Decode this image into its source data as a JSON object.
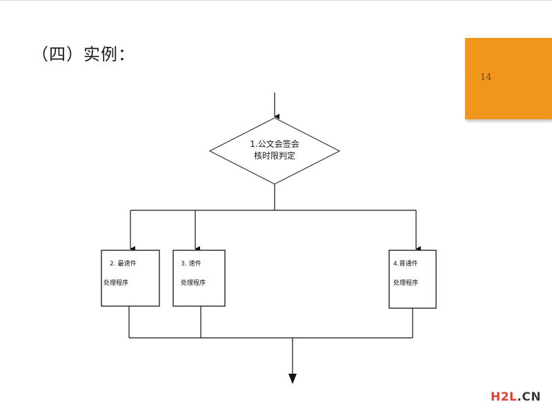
{
  "slide": {
    "title": "（四）实例：",
    "page_number": "14",
    "accent_color": "#f0961d"
  },
  "flowchart": {
    "decision": {
      "line1": "1.公文会签会",
      "line2": "核时限判定"
    },
    "boxes": [
      {
        "line1": "2. 最速件",
        "line2": "处理程序"
      },
      {
        "line1": "3. 速件",
        "line2": "处理程序"
      },
      {
        "line1": "4.普通件",
        "line2": "处理程序"
      }
    ]
  },
  "watermark": {
    "brand": "H2L",
    "suffix": ".CN"
  }
}
